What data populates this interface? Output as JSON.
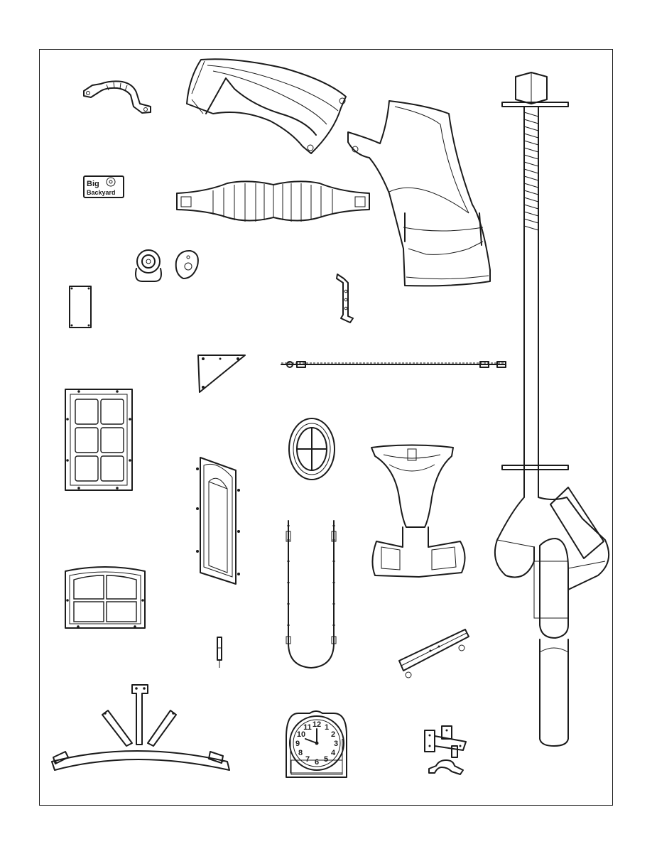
{
  "document": {
    "type": "parts-illustration",
    "logo_text": [
      "Big",
      "Backyard"
    ],
    "clock_numerals": [
      "12",
      "1",
      "2",
      "3",
      "4",
      "5",
      "6",
      "7",
      "8",
      "9",
      "10",
      "11"
    ]
  },
  "colors": {
    "line": "#1b1b1b",
    "background": "#ffffff"
  }
}
